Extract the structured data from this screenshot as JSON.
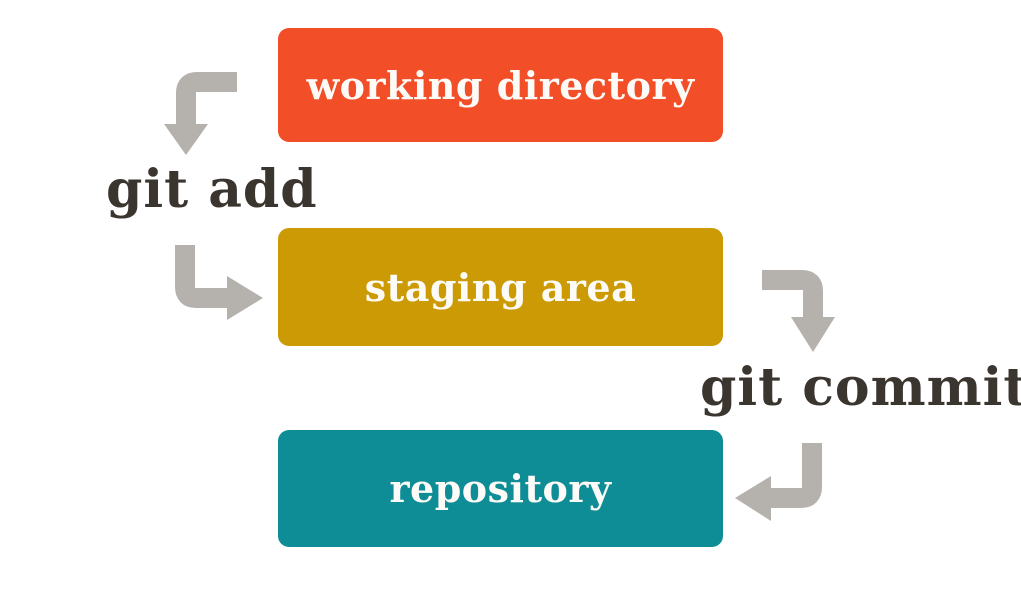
{
  "diagram": {
    "boxes": [
      {
        "id": "working-directory",
        "label": "working directory"
      },
      {
        "id": "staging-area",
        "label": "staging area"
      },
      {
        "id": "repository",
        "label": "repository"
      }
    ],
    "commands": [
      {
        "id": "git-add",
        "text": "git add"
      },
      {
        "id": "git-commit",
        "text": "git commit"
      }
    ],
    "arrows": [
      {
        "id": "working-directory-to-git-add",
        "direction": "down"
      },
      {
        "id": "git-add-to-staging-area",
        "direction": "right"
      },
      {
        "id": "staging-area-to-git-commit",
        "direction": "down"
      },
      {
        "id": "git-commit-to-repository",
        "direction": "left"
      }
    ],
    "colors": {
      "working_directory_box": "#F24E28",
      "staging_area_box": "#CB9A04",
      "repository_box": "#0E8D96",
      "arrow": "#B5B2AD",
      "command_text": "#3B3530",
      "box_text": "#FDFBF7",
      "background": "#FFFFFF"
    }
  }
}
